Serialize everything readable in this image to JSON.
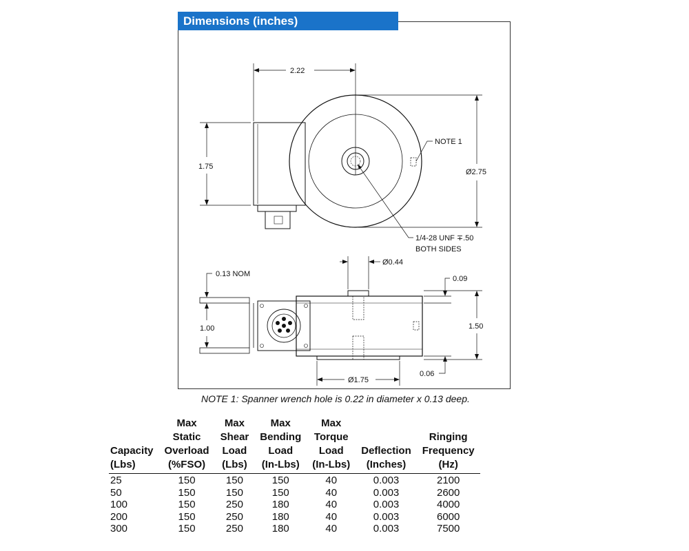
{
  "header": {
    "title": "Dimensions (inches)"
  },
  "drawing": {
    "labels": {
      "width_222": "2.22",
      "height_175": "1.75",
      "note1": "NOTE 1",
      "diameter_275": "Ø2.75",
      "thread": "1/4-28 UNF ∓.50",
      "both_sides": "BOTH SIDES",
      "diameter_044": "Ø0.44",
      "nom_013": "0.13 NOM",
      "dim_009": "0.09",
      "height_100": "1.00",
      "height_150": "1.50",
      "dim_006": "0.06",
      "diameter_175": "Ø1.75"
    }
  },
  "note": "NOTE 1:  Spanner wrench hole is 0.22 in diameter x 0.13 deep.",
  "table": {
    "headers": [
      [
        "Capacity",
        "(Lbs)"
      ],
      [
        "Max",
        "Static",
        "Overload",
        "(%FSO)"
      ],
      [
        "Max",
        "Shear",
        "Load",
        "(Lbs)"
      ],
      [
        "Max",
        "Bending",
        "Load",
        "(In-Lbs)"
      ],
      [
        "Max",
        "Torque",
        "Load",
        "(In-Lbs)"
      ],
      [
        "Deflection",
        "(Inches)"
      ],
      [
        "Ringing",
        "Frequency",
        "(Hz)"
      ]
    ],
    "rows": [
      [
        "25",
        "150",
        "150",
        "150",
        "40",
        "0.003",
        "2100"
      ],
      [
        "50",
        "150",
        "150",
        "150",
        "40",
        "0.003",
        "2600"
      ],
      [
        "100",
        "150",
        "250",
        "180",
        "40",
        "0.003",
        "4000"
      ],
      [
        "200",
        "150",
        "250",
        "180",
        "40",
        "0.003",
        "6000"
      ],
      [
        "300",
        "150",
        "250",
        "180",
        "40",
        "0.003",
        "7500"
      ]
    ]
  }
}
